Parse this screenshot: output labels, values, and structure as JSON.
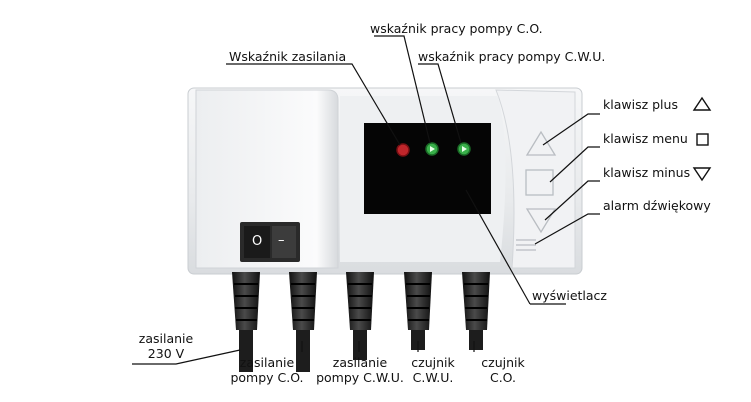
{
  "labels": {
    "power_indicator": "Wskaźnik zasilania",
    "pump_co_indicator": "wskaźnik pracy pompy C.O.",
    "pump_cwu_indicator": "wskaźnik pracy pompy C.W.U.",
    "key_plus": "klawisz plus",
    "key_menu": "klawisz menu",
    "key_minus": "klawisz minus",
    "sound_alarm": "alarm dźwiękowy",
    "display": "wyświetlacz",
    "power_230v_line1": "zasilanie",
    "power_230v_line2": "230 V",
    "pump_co_power_line1": "zasilanie",
    "pump_co_power_line2": "pompy C.O.",
    "pump_cwu_power_line1": "zasilanie",
    "pump_cwu_power_line2": "pompy C.W.U.",
    "sensor_cwu_line1": "czujnik",
    "sensor_cwu_line2": "C.W.U.",
    "sensor_co_line1": "czujnik",
    "sensor_co_line2": "C.O."
  },
  "switch": {
    "on_symbol": "O",
    "off_symbol": "–"
  },
  "colors": {
    "power_led": "#c0262b",
    "pump_led": "#39b04a",
    "display": "#050505",
    "housing": "#e9ecef",
    "cable": "#1d1d1d"
  }
}
